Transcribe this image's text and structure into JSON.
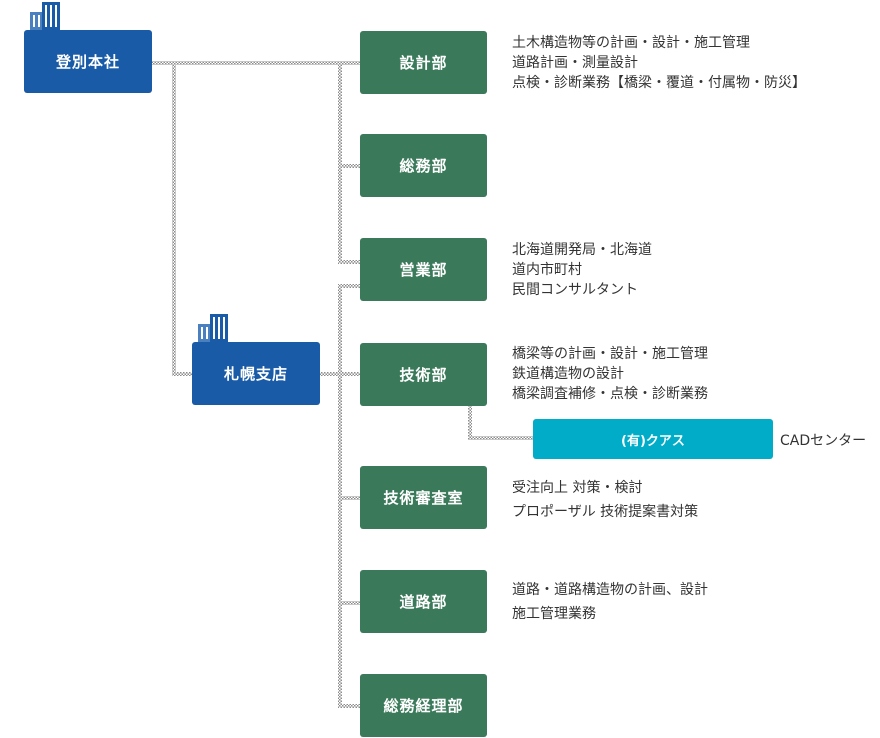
{
  "head_office": {
    "label": "登別本社"
  },
  "branch": {
    "label": "札幌支店"
  },
  "departments": [
    {
      "label": "設計部",
      "desc": [
        "土木構造物等の計画・設計・施工管理",
        "道路計画・測量設計",
        "点検・診断業務【橋梁・覆道・付属物・防災】"
      ]
    },
    {
      "label": "総務部",
      "desc": []
    },
    {
      "label": "営業部",
      "desc": [
        "北海道開発局・北海道",
        "道内市町村",
        "民間コンサルタント"
      ]
    },
    {
      "label": "技術部",
      "desc": [
        "橋梁等の計画・設計・施工管理",
        "鉄道構造物の設計",
        "橋梁調査補修・点検・診断業務"
      ]
    },
    {
      "label": "技術審査室",
      "desc": [
        "受注向上 対策・検討",
        "プロポーザル 技術提案書対策"
      ]
    },
    {
      "label": "道路部",
      "desc": [
        "道路・道路構造物の計画、設計",
        "施工管理業務"
      ]
    },
    {
      "label": "総務経理部",
      "desc": []
    }
  ],
  "subsidiary": {
    "label": "(有)クアス",
    "note": "CADセンター"
  },
  "colors": {
    "office": "#1a5ba8",
    "department": "#3a7a5a",
    "subsidiary": "#00acc8",
    "connector": "#9a9a9a"
  }
}
